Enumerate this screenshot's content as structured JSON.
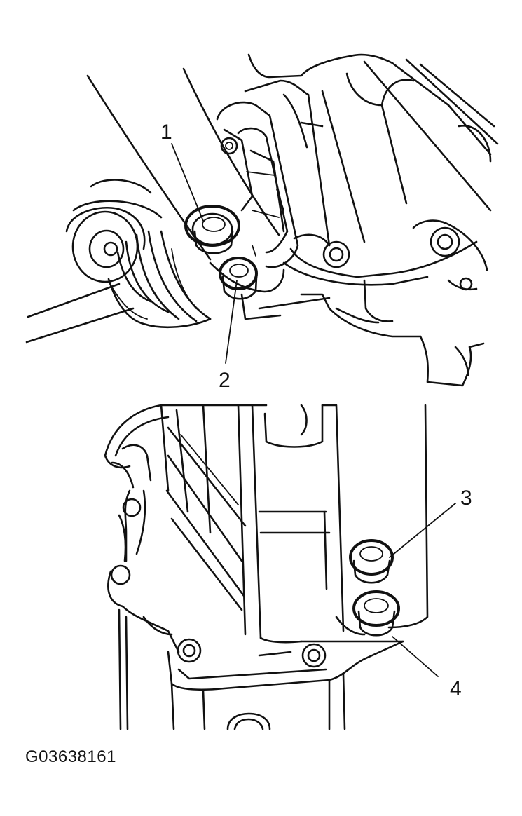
{
  "figure": {
    "id_label": "G03638161"
  },
  "callouts": [
    {
      "label": "1"
    },
    {
      "label": "2"
    },
    {
      "label": "3"
    },
    {
      "label": "4"
    }
  ],
  "colors": {
    "ink": "#111111",
    "background": "#ffffff"
  }
}
